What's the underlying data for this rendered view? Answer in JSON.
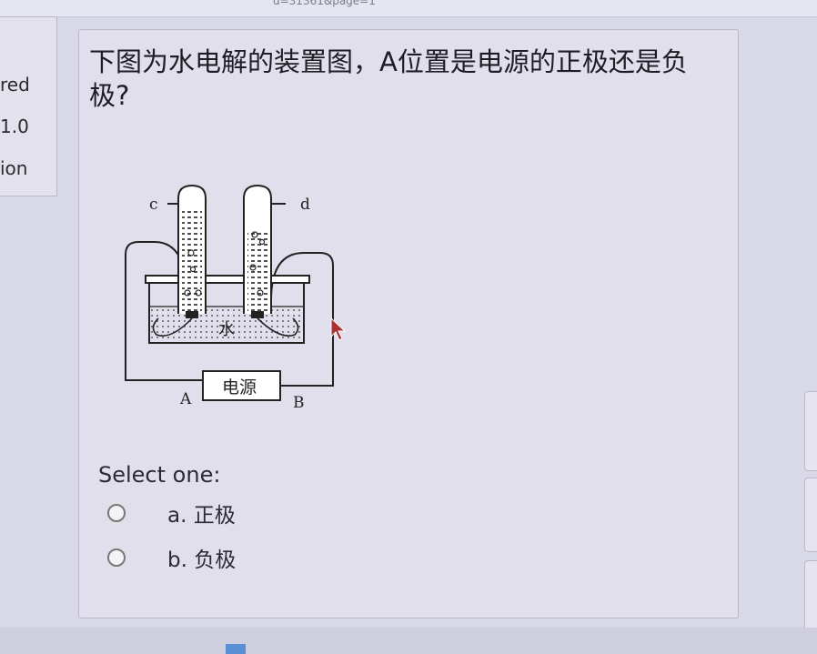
{
  "browser": {
    "url_fragment": "d=31361&page=1"
  },
  "sidebar": {
    "items": [
      "red",
      "1.0",
      "ion"
    ]
  },
  "question": {
    "text": "下图为水电解的装置图，A位置是电源的正极还是负极?"
  },
  "diagram": {
    "labels": {
      "c": "c",
      "d": "d",
      "water": "水",
      "power_supply": "电源",
      "A": "A",
      "B": "B"
    }
  },
  "answer": {
    "select_label": "Select one:",
    "options": [
      {
        "label": "a. 正极",
        "selected": false
      },
      {
        "label": "b. 负极",
        "selected": false
      }
    ]
  }
}
